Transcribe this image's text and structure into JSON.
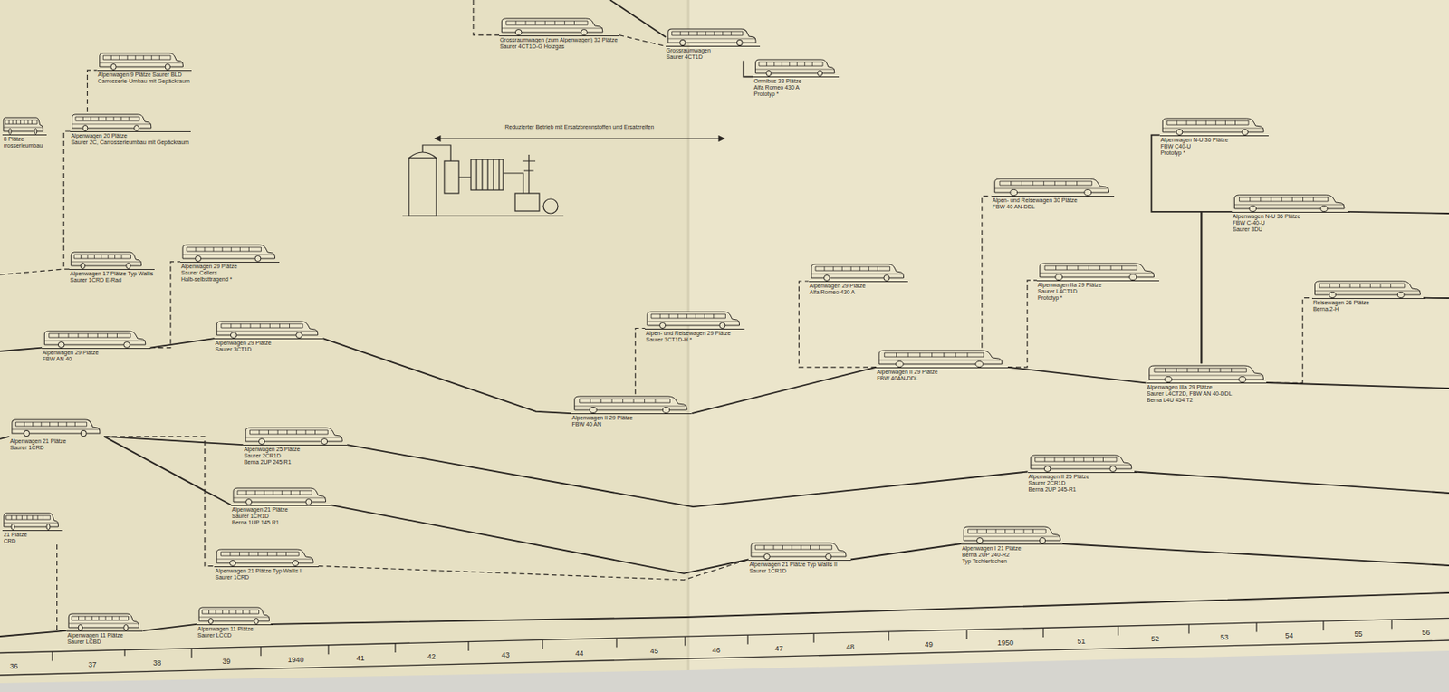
{
  "diagram": {
    "nodes": [
      {
        "text": [
          "Alpenwagen 9 Plätze Saurer BLD",
          "Carrosserie-Umbau mit Gepäckraum"
        ]
      },
      {
        "text": [
          "8 Plätze",
          "rrosserieumbau"
        ]
      },
      {
        "text": [
          "Alpenwagen 20 Plätze",
          "Saurer 2C, Carrosserieumbau mit Gepäckraum"
        ]
      },
      {
        "text": [
          "Alpenwagen 17 Plätze Typ Wallis",
          "Saurer 1CRD E-Rad"
        ]
      },
      {
        "text": [
          "Alpenwagen 29 Plätze",
          "Saurer Cellers",
          "Halb-selbsttragend *"
        ]
      },
      {
        "text": [
          "Alpenwagen 29 Plätze",
          "FBW AN 40"
        ]
      },
      {
        "text": [
          "Alpenwagen 29 Plätze",
          "Saurer 3CT1D"
        ]
      },
      {
        "text": [
          "Alpenwagen 21 Plätze",
          "Saurer 1CRD"
        ]
      },
      {
        "text": [
          "Alpenwagen 25 Plätze",
          "Saurer 2CR1D",
          "Berna 2UP 245 R1"
        ]
      },
      {
        "text": [
          "Alpenwagen 21 Plätze",
          "Saurer 1CR1D",
          "Berna 1UP 145 R1"
        ]
      },
      {
        "text": [
          "Alpenwagen 21 Plätze Typ Wallis I",
          "Saurer 1CRD"
        ]
      },
      {
        "text": [
          "21 Plätze",
          "CRD"
        ]
      },
      {
        "text": [
          "Alpenwagen 11 Plätze",
          "Saurer LCBD"
        ]
      },
      {
        "text": [
          "Alpenwagen 11 Plätze",
          "Saurer LCCD"
        ]
      },
      {
        "text": [
          "Grossraumwagen (zum Alpenwagen) 32 Plätze",
          "Saurer 4CT1D-G Holzgas"
        ]
      },
      {
        "text": [
          "Grossraumwagen",
          "Saurer 4CT1D"
        ]
      },
      {
        "text": [
          "Omnibus 33 Plätze",
          "Alfa Romeo 430 A",
          "Prototyp *"
        ]
      },
      {
        "text": [
          "Alpen- und Reisewagen 29 Plätze",
          "Saurer 3CT1D-H *"
        ]
      },
      {
        "text": [
          "Alpenwagen II 29 Plätze",
          "FBW 40 AN"
        ]
      },
      {
        "text": [
          "Alpenwagen 29 Plätze",
          "Alfa Romeo 430 A"
        ]
      },
      {
        "text": [
          "Alpenwagen II 29 Plätze",
          "FBW 40AN-DDL"
        ]
      },
      {
        "text": [
          "Alpen- und Reisewagen 30 Plätze",
          "FBW 40 AN-DDL"
        ]
      },
      {
        "text": [
          "Alpenwagen IIa 29 Plätze",
          "Saurer L4CT1D",
          "Prototyp *"
        ]
      },
      {
        "text": [
          "Alpenwagen N-U 36 Plätze",
          "FBW C40-U",
          "Prototyp *"
        ]
      },
      {
        "text": [
          "Alpenwagen N-U 36 Plätze",
          "FBW C-40-U",
          "Saurer 3DU"
        ]
      },
      {
        "text": [
          "Reisewagen 26 Plätze",
          "Berna 2-H"
        ]
      },
      {
        "text": [
          "Alpenwagen IIIa 29 Plätze",
          "Saurer L4CT2D, FBW AN 40-DDL",
          "Berna L4U 454 T2"
        ]
      },
      {
        "text": [
          "Alpenwagen II 25 Plätze",
          "Saurer 2CR1D",
          "Berna 2UP 245-R1"
        ]
      },
      {
        "text": [
          "Alpenwagen 21 Plätze Typ Wallis II",
          "Saurer 1CR1D"
        ]
      },
      {
        "text": [
          "Alpenwagen I 21 Plätze",
          "Berna 2UP 240-R2",
          "Typ Tschiertschen"
        ]
      }
    ],
    "edges": [
      {
        "from": 2,
        "to": 0,
        "arrow": "none"
      },
      {
        "from": 3,
        "to": 2,
        "arrow": "none"
      },
      {
        "from": 5,
        "to": 6,
        "arrow": "none"
      },
      {
        "from": 5,
        "to": 4,
        "arrow": "none"
      },
      {
        "from": 6,
        "to": 18,
        "arrow": "none"
      },
      {
        "from": 18,
        "to": 17,
        "arrow": "none"
      },
      {
        "from": 18,
        "to": 20,
        "arrow": "none"
      },
      {
        "from": 20,
        "to": 19,
        "arrow": "none"
      },
      {
        "from": 20,
        "to": 21,
        "arrow": "none"
      },
      {
        "from": 20,
        "to": 22,
        "arrow": "none"
      },
      {
        "from": 20,
        "to": 26,
        "arrow": "none"
      },
      {
        "from": 26,
        "to": 23,
        "arrow": "none"
      },
      {
        "from": 26,
        "to": 24,
        "arrow": "none"
      },
      {
        "from": 26,
        "to": 25,
        "arrow": "none"
      },
      {
        "from": 7,
        "to": 8,
        "arrow": "none"
      },
      {
        "from": 7,
        "to": 9,
        "arrow": "none"
      },
      {
        "from": 7,
        "to": 10,
        "arrow": "none"
      },
      {
        "from": 8,
        "to": 27,
        "arrow": "none"
      },
      {
        "from": 9,
        "to": 28,
        "arrow": "none"
      },
      {
        "from": 10,
        "to": 28,
        "arrow": "none"
      },
      {
        "from": 28,
        "to": 29,
        "arrow": "none"
      },
      {
        "from": 11,
        "to": 12,
        "arrow": "none"
      },
      {
        "from": 12,
        "to": 13,
        "arrow": "none"
      },
      {
        "from": 14,
        "to": 15,
        "arrow": "none"
      },
      {
        "from": 15,
        "to": 16,
        "arrow": "none"
      }
    ],
    "labels": [
      "Reduzierter Betrieb mit Ersatzbrennstoffen und Ersatzreifen",
      "36",
      "37",
      "38",
      "39",
      "1940",
      "41",
      "42",
      "43",
      "44",
      "45",
      "46",
      "47",
      "48",
      "49",
      "1950",
      "51",
      "52",
      "53",
      "54",
      "55",
      "56"
    ]
  }
}
